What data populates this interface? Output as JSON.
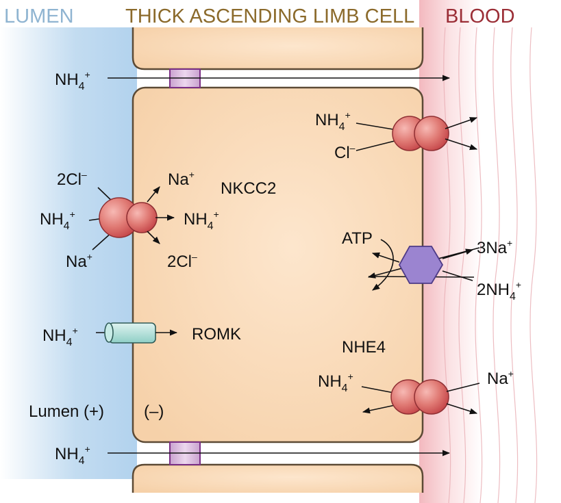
{
  "headers": {
    "lumen": "LUMEN",
    "cell": "THICK ASCENDING LIMB CELL",
    "blood": "BLOOD"
  },
  "colors": {
    "lumen": "#8fb4d1",
    "cell": "#8b6a2b",
    "blood": "#9b2e36",
    "transporter": "#d9585f",
    "pump": "#9b84d0",
    "channel": "#a9dcd6"
  },
  "labels": {
    "nh4": "NH",
    "nh4_sub": "4",
    "plus": "+",
    "minus": "–",
    "cl": "Cl",
    "two_cl": "2Cl",
    "na": "Na",
    "three_na": "3Na",
    "two_nh4": "2NH",
    "nkcc2": "NKCC2",
    "romk": "ROMK",
    "nhe4": "NHE4",
    "atp": "ATP",
    "lumen_potential": "Lumen (+)",
    "cell_potential": "(–)"
  },
  "icons": {
    "nkcc2": "double-lobed-cotransporter",
    "romk": "cylinder-channel",
    "pump": "hexagon-atpase",
    "junction": "tight-junction"
  }
}
